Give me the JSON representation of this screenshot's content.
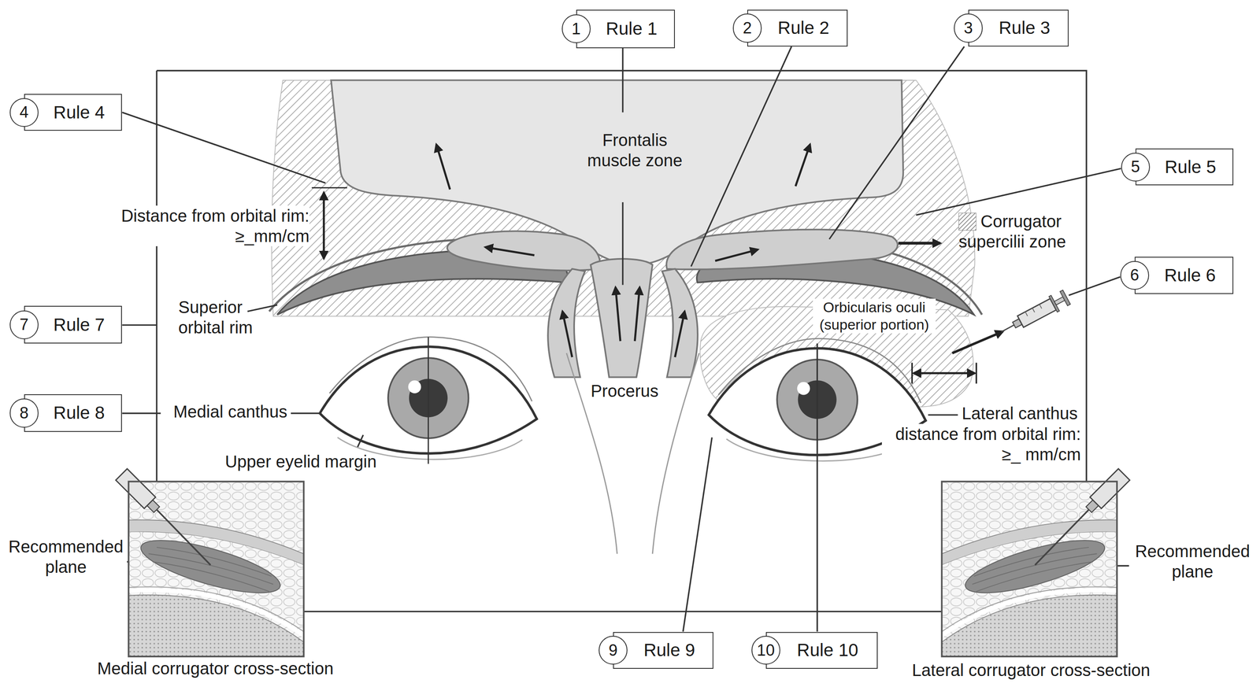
{
  "diagram": {
    "nodes": [
      {
        "text": [
          "1",
          "Rule 1"
        ]
      },
      {
        "text": [
          "2",
          "Rule 2"
        ]
      },
      {
        "text": [
          "3",
          "Rule 3"
        ]
      },
      {
        "text": [
          "4",
          "Rule 4"
        ]
      },
      {
        "text": [
          "5",
          "Rule 5"
        ]
      },
      {
        "text": [
          "6",
          "Rule 6"
        ]
      },
      {
        "text": [
          "7",
          "Rule 7"
        ]
      },
      {
        "text": [
          "8",
          "Rule 8"
        ]
      },
      {
        "text": [
          "9",
          "Rule 9"
        ]
      },
      {
        "text": [
          "10",
          "Rule 10"
        ]
      }
    ],
    "labels": [
      "Frontalis muscle zone",
      "Distance from orbital rim: ≥_mm/cm",
      "Superior orbital rim",
      "Procerus",
      "Orbicularis oculi (superior portion)",
      "Medial canthus",
      "Upper eyelid margin",
      "Lateral canthus",
      "distance from orbital rim: ≥_ mm/cm",
      "Recommended plane",
      "Recommended plane",
      "Medial corrugator cross-section",
      "Lateral corrugator cross-section"
    ],
    "legend": [
      {
        "text": "Corrugator supercilii zone"
      }
    ]
  }
}
